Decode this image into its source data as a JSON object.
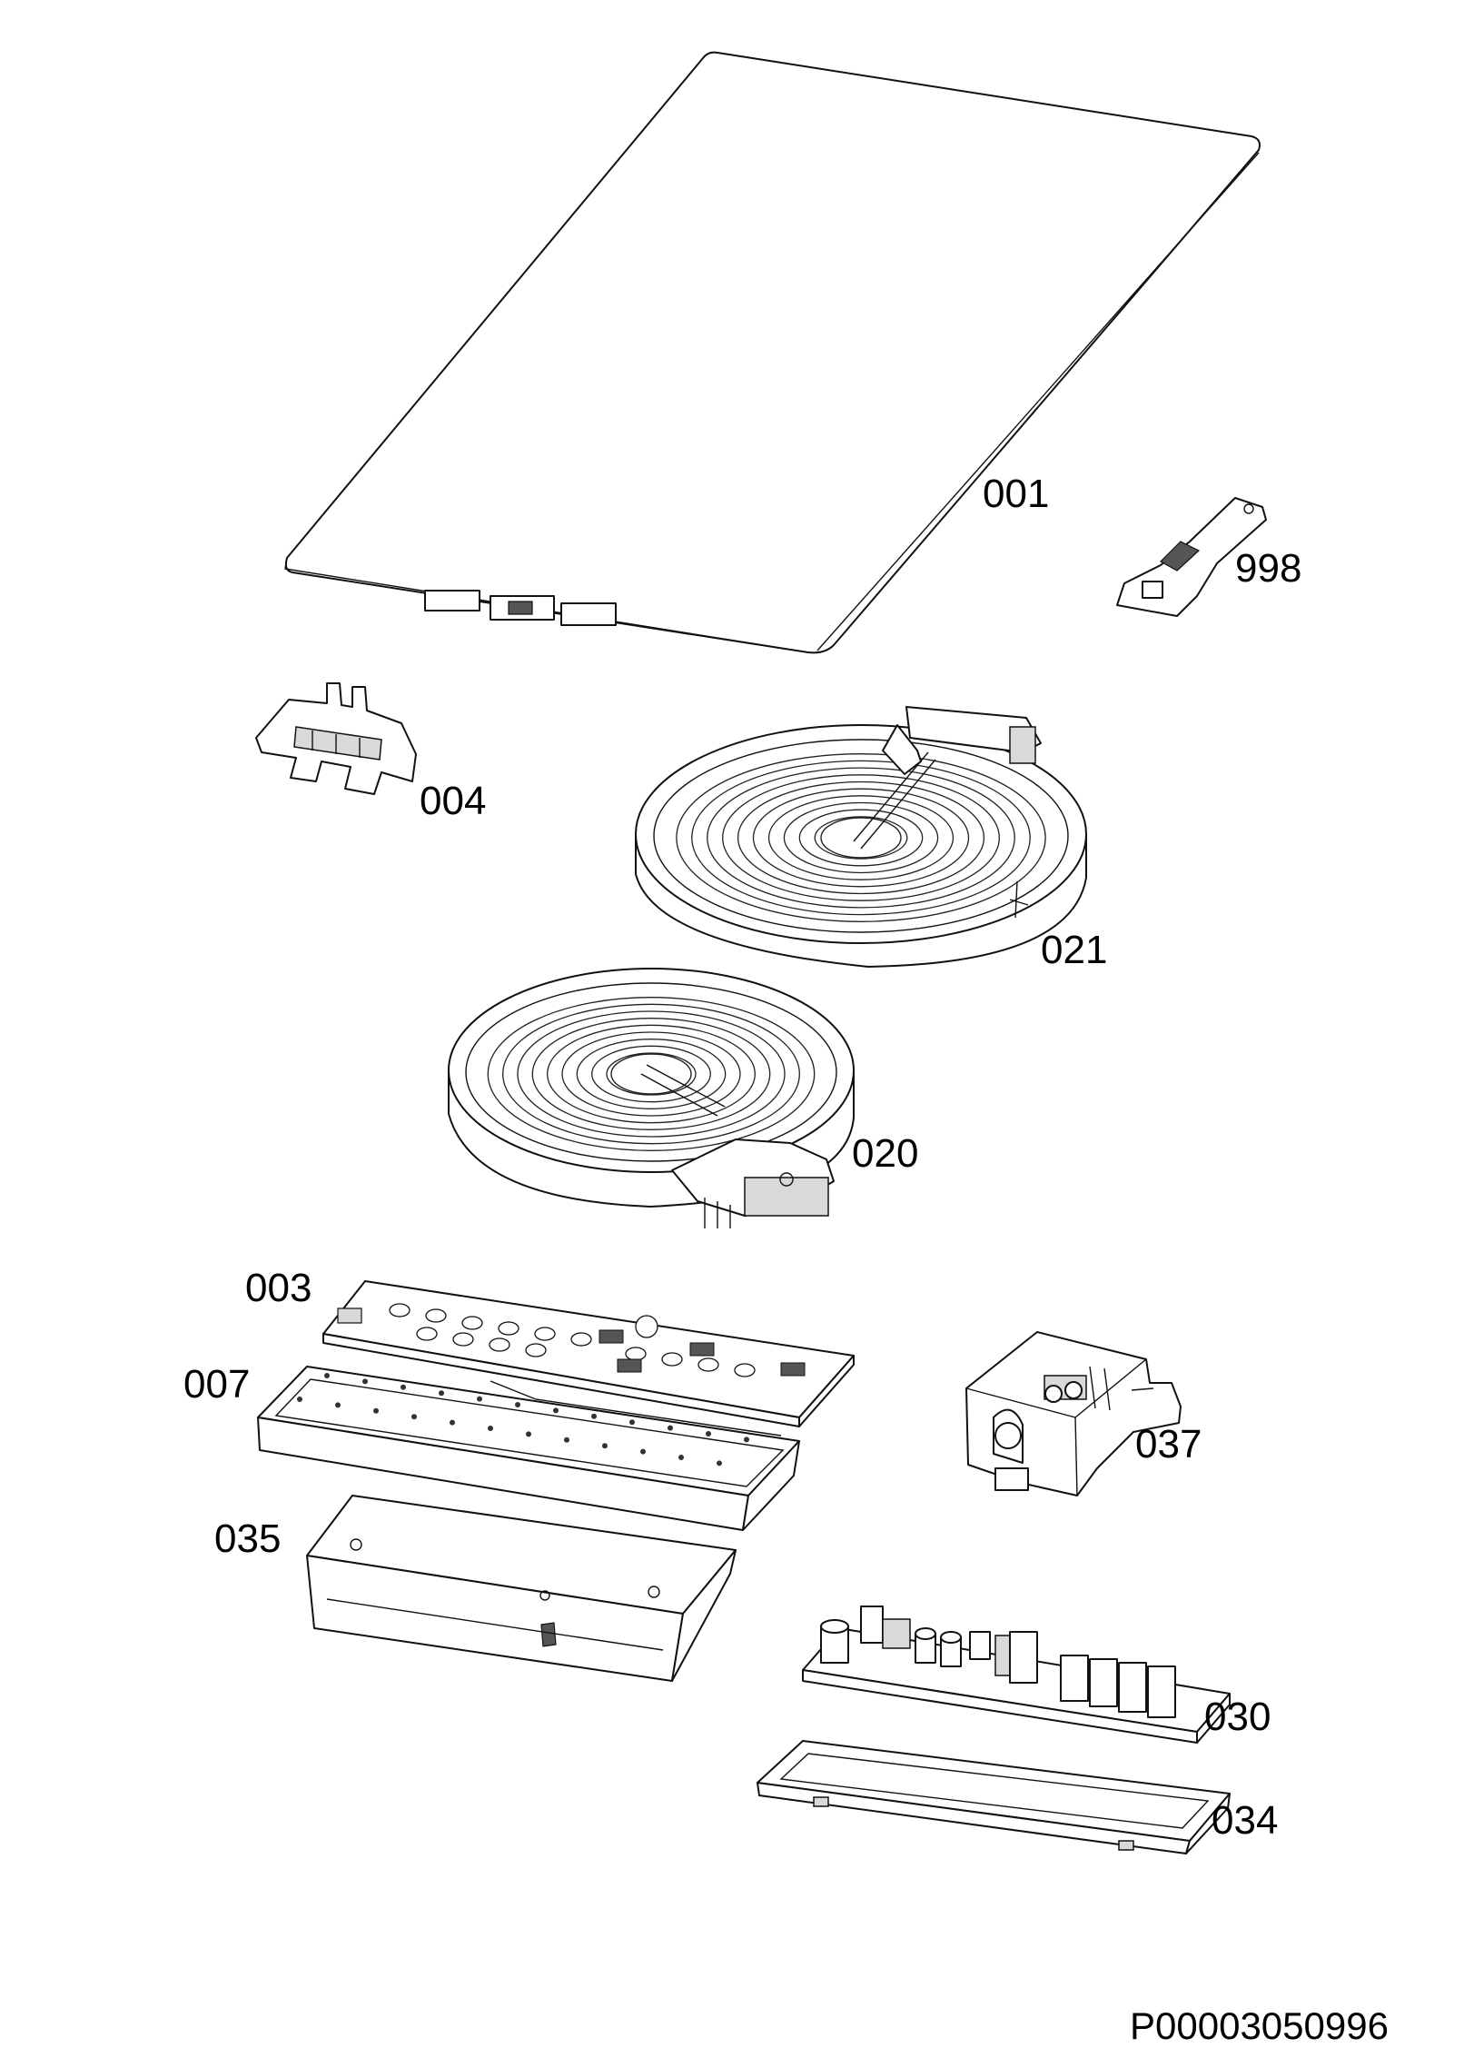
{
  "labels": {
    "p001": "001",
    "p998": "998",
    "p004": "004",
    "p021": "021",
    "p020": "020",
    "p003": "003",
    "p007": "007",
    "p037": "037",
    "p035": "035",
    "p030": "030",
    "p034": "034"
  },
  "document_number": "P00003050996"
}
